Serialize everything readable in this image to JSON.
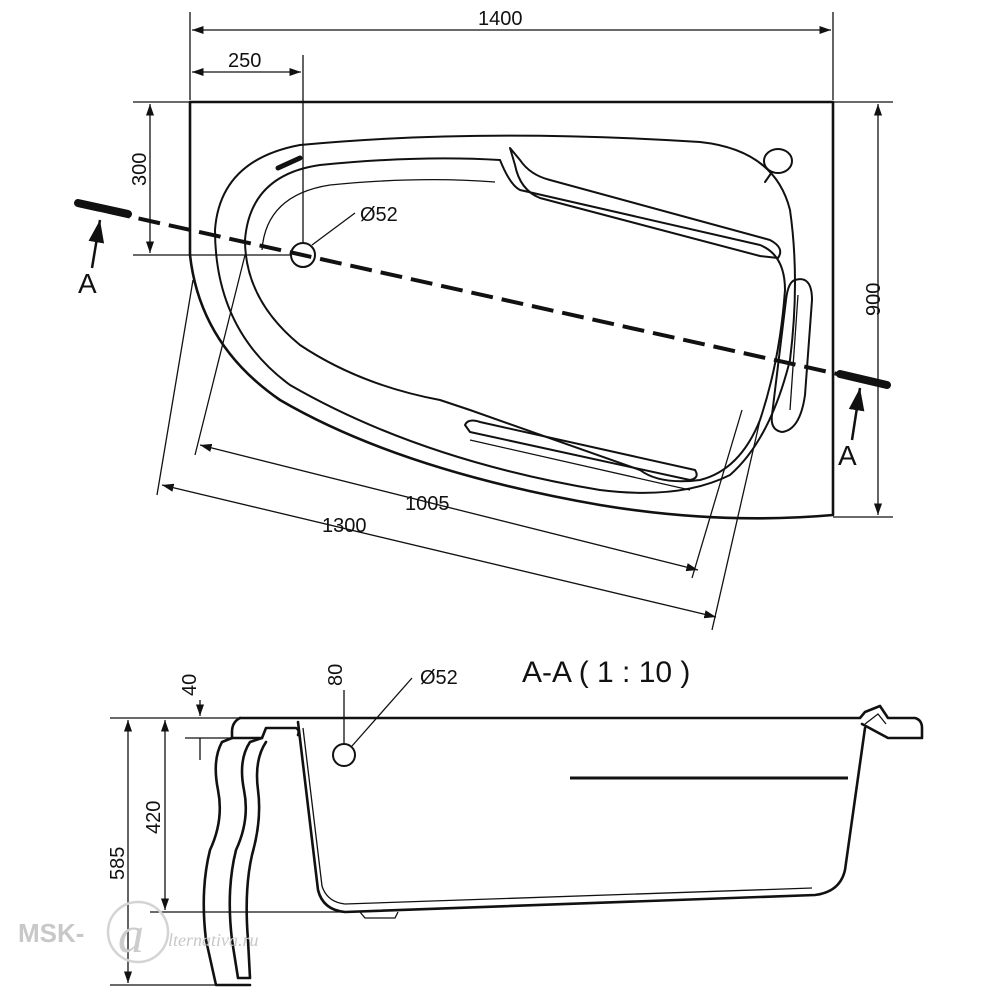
{
  "plan_view": {
    "dim_width": "1400",
    "dim_drain_offset": "250",
    "dim_drain_depth": "300",
    "dim_height": "900",
    "dim_inner_length": "1005",
    "dim_outer_length": "1300",
    "drain_diameter": "Ø52",
    "section_marker_left": "A",
    "section_marker_right": "A"
  },
  "section_view": {
    "title": "A-A  ( 1 : 10 )",
    "dim_rim": "40",
    "dim_overflow": "80",
    "overflow_diameter": "Ø52",
    "dim_depth": "420",
    "dim_total_height": "585"
  },
  "watermark": {
    "brand_left": "MSK-",
    "brand_right": "lternativa.ru"
  }
}
